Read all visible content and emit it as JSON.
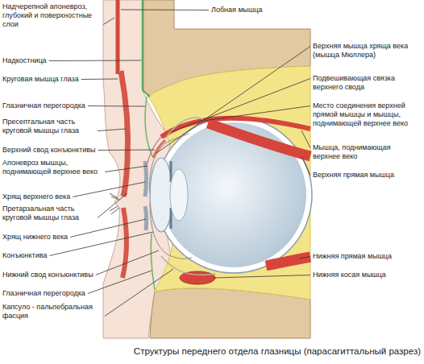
{
  "diagram": {
    "caption": "Структуры переднего отдела глазницы (парасагиттальный разрез)",
    "labels": [
      "Надчерепной апоневроз, глубокий и поверхностные слои",
      "Надкостница",
      "Круговая мышца глаза",
      "Глазничная перегородка",
      "Пресептальная часть круговой мышцы глаза",
      "Верхний свод конъюнктивы",
      "Апоневроз мышцы, поднимающей верхнее веко",
      "Хрящ верхнего века",
      "Претарзальная часть круговой мышцы глаза",
      "Хрящ нижнего века",
      "Конъюнктива",
      "Нижний свод конъюнктивы",
      "Глазничная перегородка",
      "Капсуло - пальпебральная фасция",
      "Лобная мышца",
      "Верхняя мышца хряща века (мышца Мюллера)",
      "Подвешивающая связка верхнего свода",
      "Место соединения верхней прямой мышцы и мышцы, поднимающей верхнее веко",
      "Мышца, поднимающая верхнее веко",
      "Верхняя прямая мышца",
      "Нижняя прямая мышца",
      "Нижняя косая мышца"
    ]
  }
}
